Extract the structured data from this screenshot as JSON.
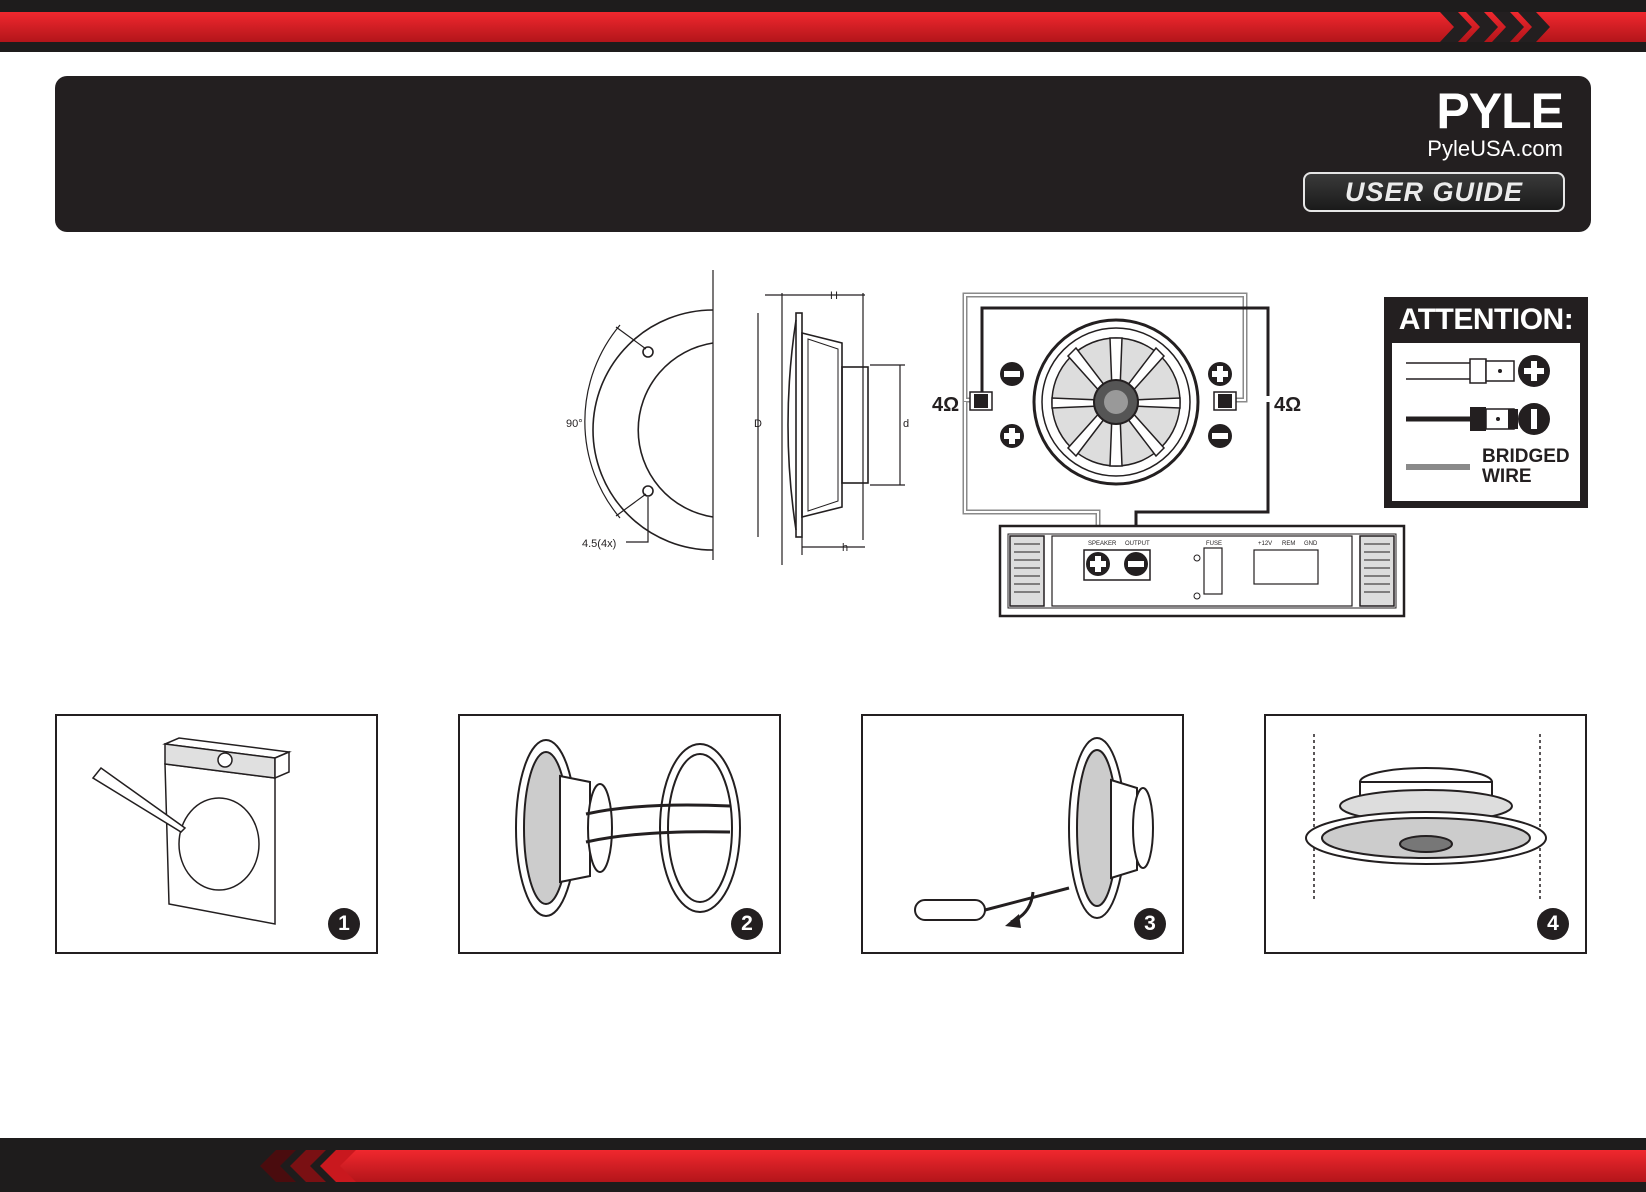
{
  "header": {
    "brand": "PYLE",
    "website": "PyleUSA.com",
    "badge": "USER GUIDE"
  },
  "dimension_drawing": {
    "angle_label": "90°",
    "hole_label": "4.5(4x)",
    "label_H": "H",
    "label_D": "D",
    "label_d": "d",
    "label_h": "h"
  },
  "wiring_diagram": {
    "impedance_left": "4Ω",
    "impedance_right": "4Ω",
    "amp_labels": [
      "SPEAKER",
      "OUTPUT",
      "FUSE",
      "+12V",
      "REM",
      "GND"
    ]
  },
  "attention": {
    "title": "ATTENTION:",
    "bridged_line1": "BRIDGED",
    "bridged_line2": "WIRE"
  },
  "steps": [
    {
      "number": "1"
    },
    {
      "number": "2"
    },
    {
      "number": "3"
    },
    {
      "number": "4"
    }
  ],
  "colors": {
    "accent_red": "#e31e24",
    "dark": "#231f20",
    "bridged_wire": "#8a8a8a"
  }
}
